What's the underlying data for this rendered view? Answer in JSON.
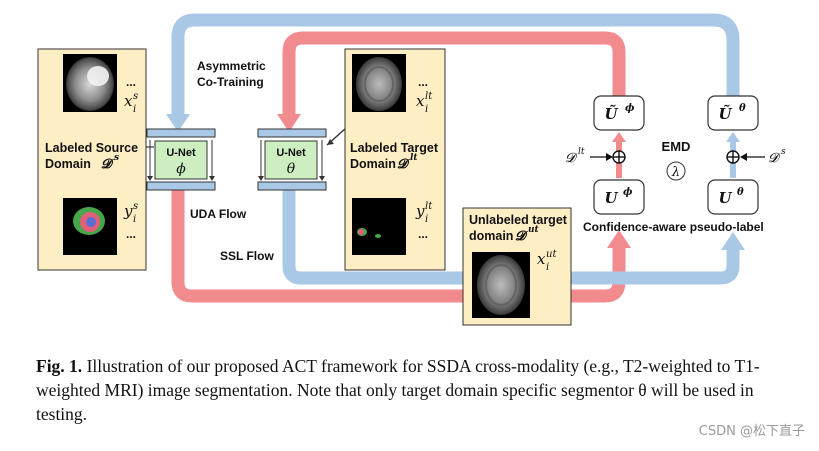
{
  "diagram": {
    "asymmetric_label_line1": "Asymmetric",
    "asymmetric_label_line2": "Co-Training",
    "source": {
      "title_line1": "Labeled Source",
      "title_line2": "Domain",
      "domain_symbol": "𝓓",
      "domain_sup": "s",
      "x_sym": "x",
      "x_sup": "s",
      "x_sub": "i",
      "y_sym": "y",
      "y_sup": "s",
      "y_sub": "i",
      "dots": "..."
    },
    "target": {
      "title_line1": "Labeled Target",
      "title_line2": "Domain",
      "domain_symbol": "𝓓",
      "domain_sup": "lt",
      "x_sym": "x",
      "x_sup": "lt",
      "x_sub": "i",
      "y_sym": "y",
      "y_sup": "lt",
      "y_sub": "i",
      "dots": "..."
    },
    "unlabeled": {
      "title_line1": "Unlabeled target",
      "title_line2": "domain",
      "domain_symbol": "𝓓",
      "domain_sup": "ut",
      "x_sym": "x",
      "x_sup": "ut",
      "x_sub": "i"
    },
    "unet_phi": {
      "label": "U-Net",
      "param": "ϕ"
    },
    "unet_theta": {
      "label": "U-Net",
      "param": "θ"
    },
    "uda_flow": "UDA Flow",
    "ssl_flow": "SSL Flow",
    "emd": "EMD",
    "lambda": "λ",
    "u_tilde_phi": {
      "base": "Ũ",
      "sup": "ϕ"
    },
    "u_tilde_theta": {
      "base": "Ũ",
      "sup": "θ"
    },
    "u_phi": {
      "base": "U",
      "sup": "ϕ"
    },
    "u_theta": {
      "base": "U",
      "sup": "θ"
    },
    "d_lt": {
      "base": "𝓓",
      "sup": "lt"
    },
    "d_s": {
      "base": "𝓓",
      "sup": "s"
    },
    "oplus": "⊕",
    "confidence_label": "Confidence-aware pseudo-label",
    "colors": {
      "red_arrow": "#f28b8e",
      "blue_arrow": "#a9c8e6",
      "panel_fill": "#fdeec4",
      "unet_fill": "#cdeec1",
      "bar_fill": "#a9c8e6"
    }
  },
  "caption": {
    "fig_label": "Fig. 1.",
    "text": "Illustration of our proposed ACT framework for SSDA cross-modality (e.g., T2-weighted to T1-weighted MRI) image segmentation. Note that only target domain specific segmentor θ will be used in testing."
  },
  "watermark": "CSDN @松下直子"
}
